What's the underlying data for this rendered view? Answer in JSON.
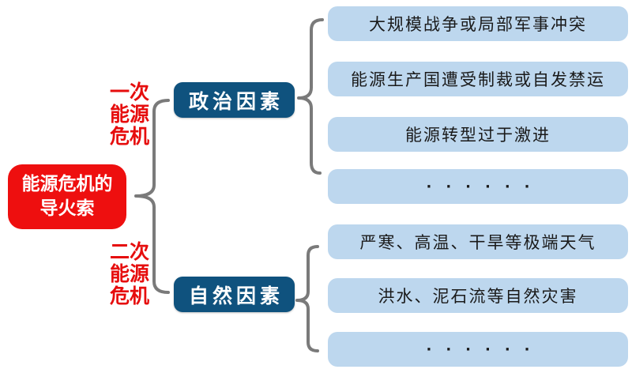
{
  "title": "能源危机的导火索",
  "colors": {
    "background": "#ffffff",
    "root-bg": "#ee0f0f",
    "root-text": "#ffffff",
    "branch-label": "#e60d0d",
    "category-bg": "#0f527e",
    "category-text": "#ffffff",
    "item-bg": "#bdd7ee",
    "item-text": "#1a1a1a",
    "connector": "#7a7a7a"
  },
  "root": {
    "label": "能源危机的导火索",
    "line1": "能源危机的",
    "line2": "导火索"
  },
  "branches": [
    {
      "label": "一次能源危机",
      "label_lines": [
        "一次",
        "能源",
        "危机"
      ],
      "category": "政治因素",
      "items": [
        "大规模战争或局部军事冲突",
        "能源生产国遭受制裁或自发禁运",
        "能源转型过于激进",
        "······"
      ]
    },
    {
      "label": "二次能源危机",
      "label_lines": [
        "二次",
        "能源",
        "危机"
      ],
      "category": "自然因素",
      "items": [
        "严寒、高温、干旱等极端天气",
        "洪水、泥石流等自然灾害",
        "······"
      ]
    }
  ]
}
